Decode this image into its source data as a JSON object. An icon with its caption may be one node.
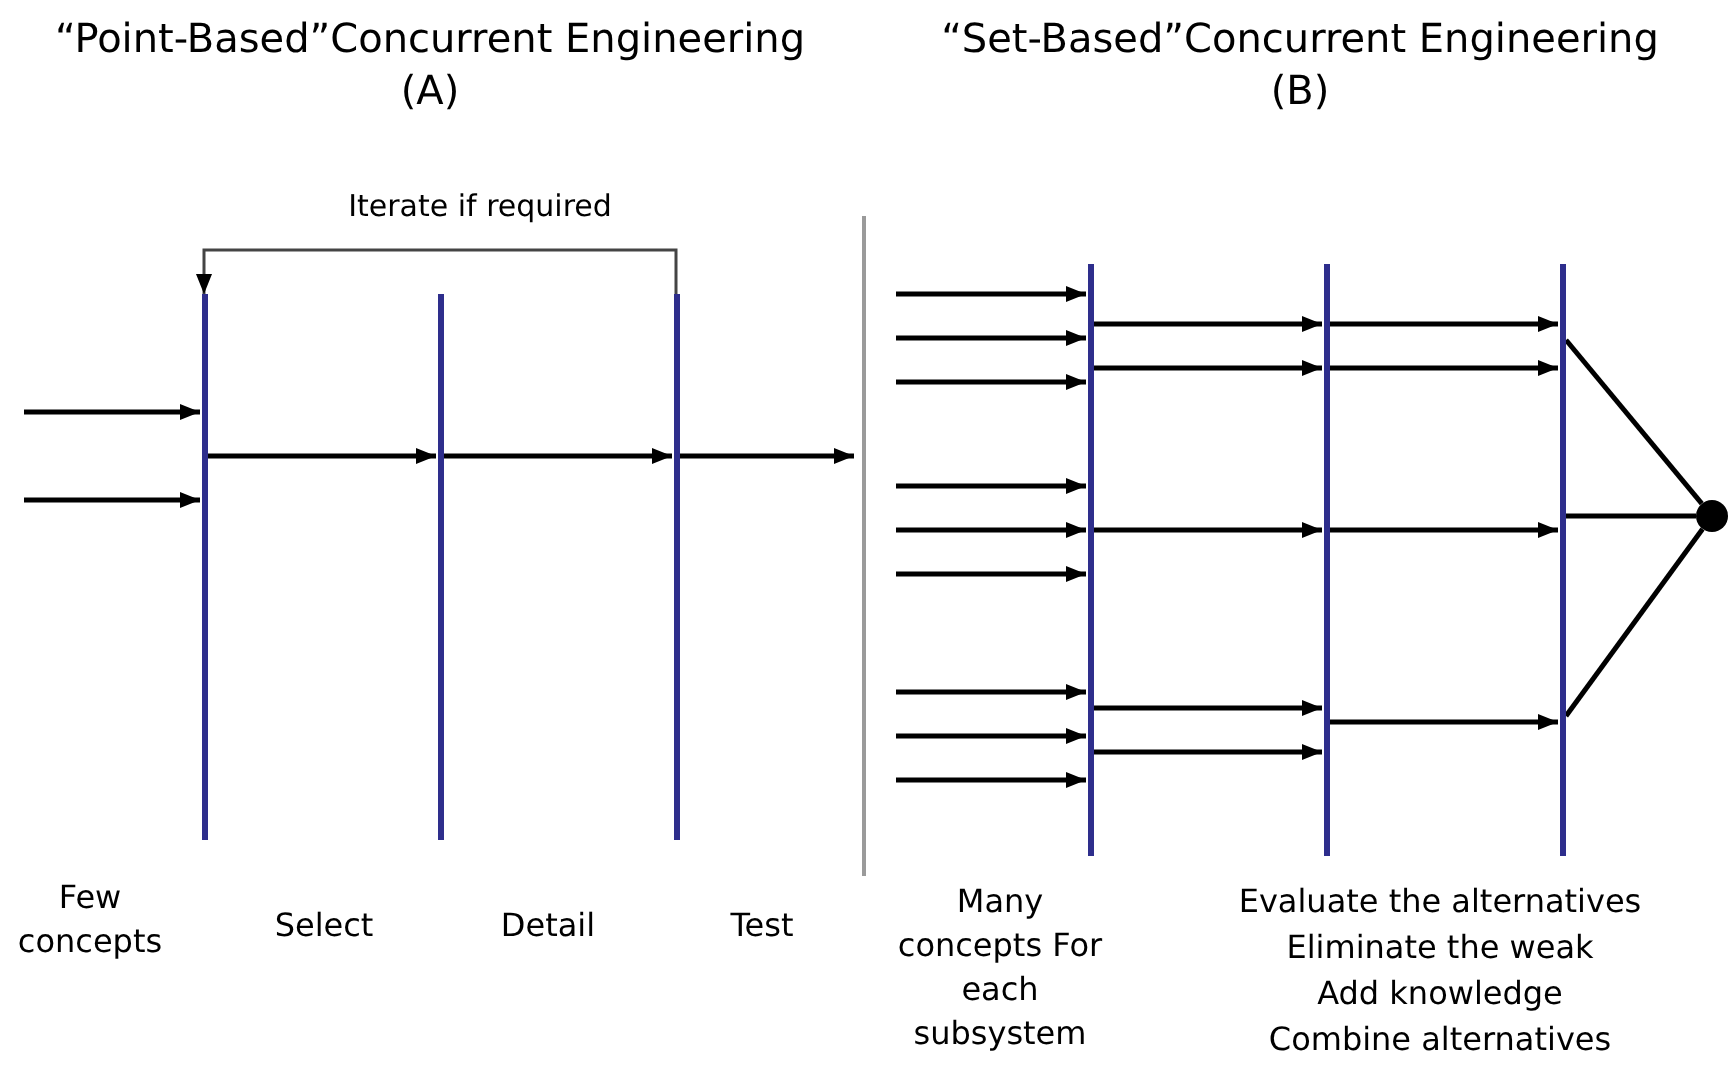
{
  "diagram": {
    "nodes": [
      {
        "text": [],
        "shape": "bar"
      },
      {
        "text": [],
        "shape": "bar"
      },
      {
        "text": [],
        "shape": "bar"
      },
      {
        "text": [],
        "shape": "bar"
      },
      {
        "text": [],
        "shape": "bar"
      },
      {
        "text": [],
        "shape": "bar"
      },
      {
        "text": [],
        "shape": "circle"
      }
    ],
    "edges": [
      {
        "from": null,
        "to": 0,
        "arrow": "to"
      },
      {
        "from": null,
        "to": 0,
        "arrow": "to"
      },
      {
        "from": 0,
        "to": 1,
        "arrow": "to"
      },
      {
        "from": 1,
        "to": 2,
        "arrow": "to"
      },
      {
        "from": 2,
        "to": null,
        "arrow": "to"
      },
      {
        "from": 2,
        "to": 0,
        "arrow": "to",
        "label": "Iterate if required"
      },
      {
        "from": null,
        "to": 3,
        "arrow": "to"
      },
      {
        "from": null,
        "to": 3,
        "arrow": "to"
      },
      {
        "from": null,
        "to": 3,
        "arrow": "to"
      },
      {
        "from": null,
        "to": 3,
        "arrow": "to"
      },
      {
        "from": null,
        "to": 3,
        "arrow": "to"
      },
      {
        "from": null,
        "to": 3,
        "arrow": "to"
      },
      {
        "from": null,
        "to": 3,
        "arrow": "to"
      },
      {
        "from": null,
        "to": 3,
        "arrow": "to"
      },
      {
        "from": null,
        "to": 3,
        "arrow": "to"
      },
      {
        "from": 3,
        "to": 4,
        "arrow": "to"
      },
      {
        "from": 3,
        "to": 4,
        "arrow": "to"
      },
      {
        "from": 3,
        "to": 4,
        "arrow": "to"
      },
      {
        "from": 3,
        "to": 4,
        "arrow": "to"
      },
      {
        "from": 3,
        "to": 4,
        "arrow": "to"
      },
      {
        "from": 4,
        "to": 5,
        "arrow": "to"
      },
      {
        "from": 4,
        "to": 5,
        "arrow": "to"
      },
      {
        "from": 4,
        "to": 5,
        "arrow": "to"
      },
      {
        "from": 4,
        "to": 5,
        "arrow": "to"
      },
      {
        "from": 5,
        "to": 6,
        "arrow": "none"
      },
      {
        "from": 5,
        "to": 6,
        "arrow": "none"
      },
      {
        "from": 5,
        "to": 6,
        "arrow": "none"
      }
    ],
    "labels": [
      "“Point-Based”Concurrent Engineering",
      "(A)",
      "“Set-Based”Concurrent Engineering",
      "(B)",
      "Few concepts",
      "Select",
      "Detail",
      "Test",
      "Many concepts For each subsystem",
      "Evaluate the alternatives",
      "Eliminate the weak",
      "Add knowledge",
      "Combine alternatives"
    ]
  }
}
